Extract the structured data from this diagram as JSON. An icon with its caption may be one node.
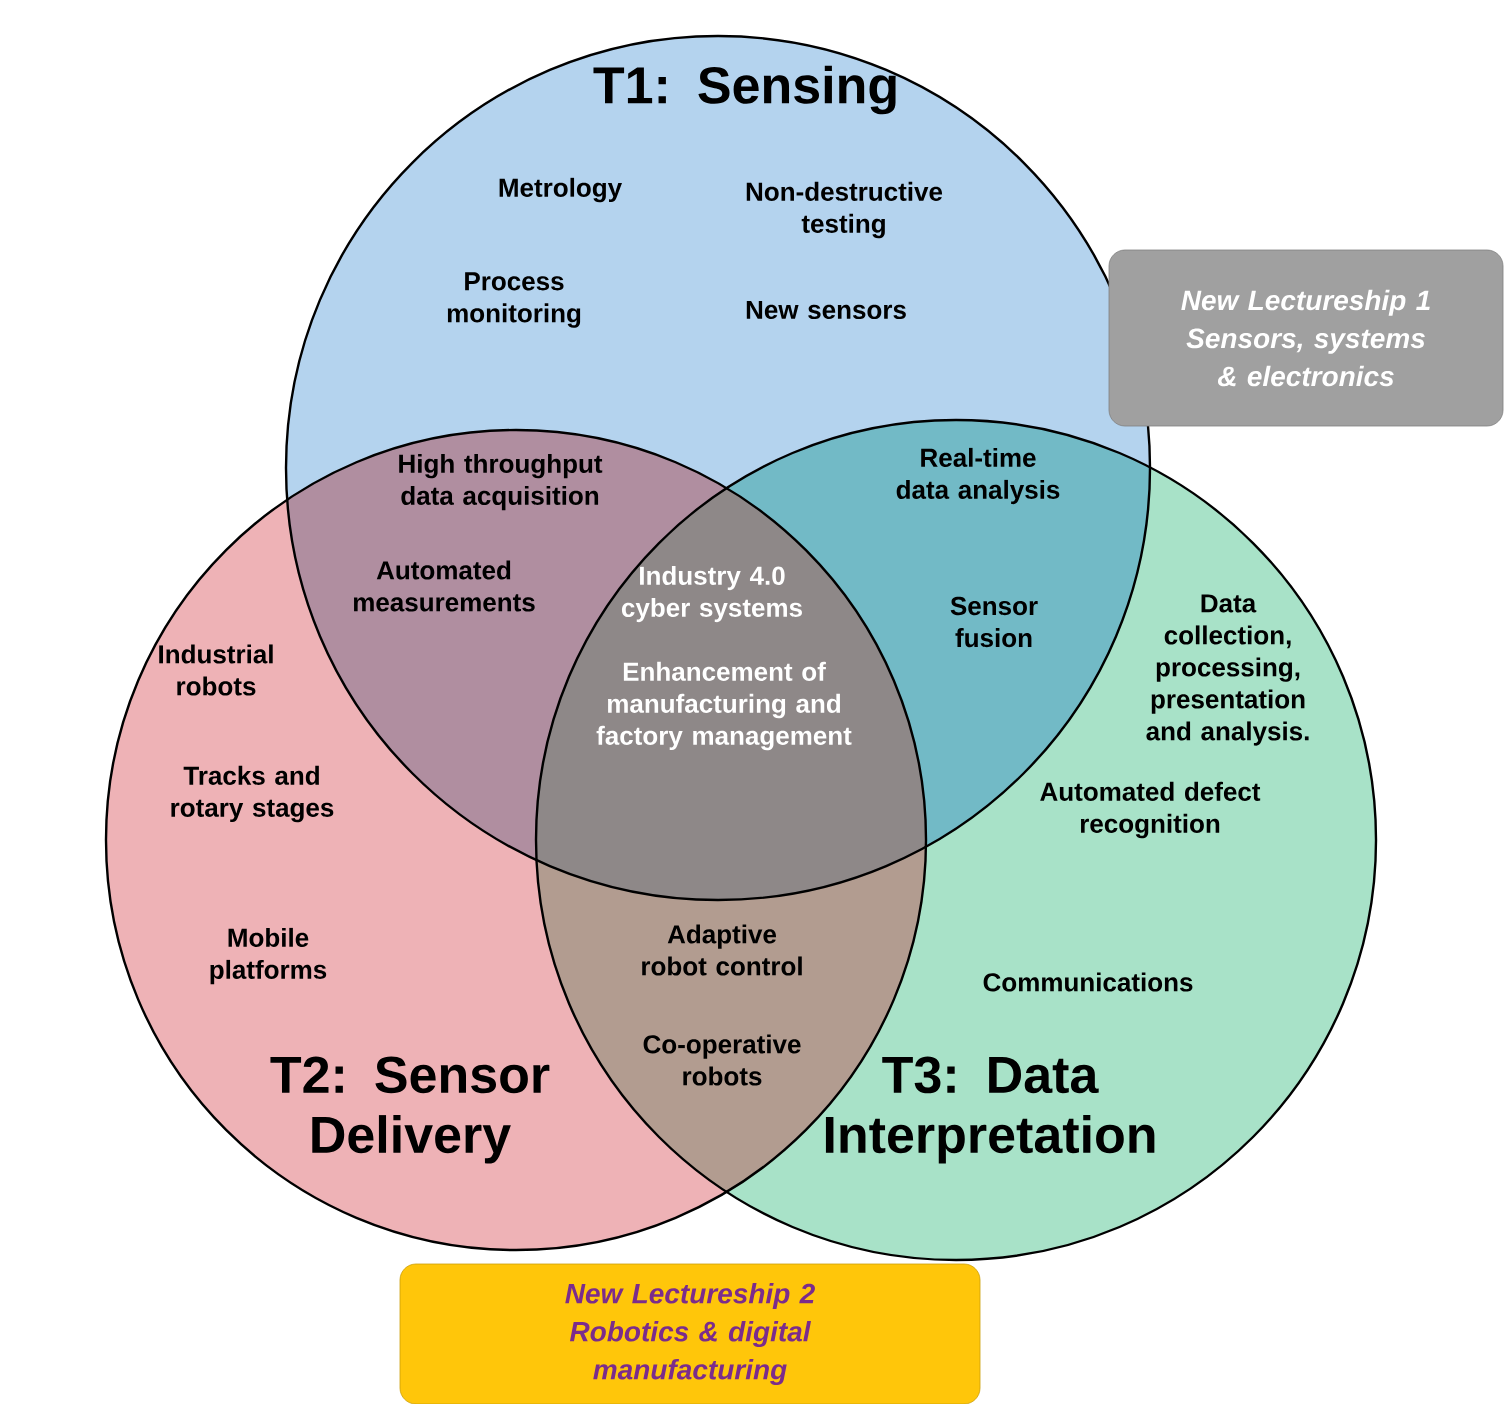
{
  "diagram": {
    "nodes": [
      {
        "text": [
          "T1: Sensing"
        ]
      },
      {
        "text": [
          "New Lectureship 1 Sensors, systems & electronics"
        ]
      },
      {
        "text": [
          "T2: Sensor Delivery"
        ]
      },
      {
        "text": [
          "T3: Data Interpretation"
        ]
      },
      {
        "text": [
          "New Lectureship 2 Robotics & digital manufacturing"
        ]
      }
    ],
    "edges": [],
    "labels": [
      "Metrology",
      "Non-destructive testing",
      "Process monitoring",
      "New sensors",
      "High throughput data acquisition",
      "Real-time data analysis",
      "Automated measurements",
      "Industry 4.0 cyber systems",
      "Sensor fusion",
      "Data collection, processing, presentation and analysis.",
      "Industrial robots",
      "Enhancement of manufacturing and factory management",
      "Tracks and rotary stages",
      "Automated defect recognition",
      "Mobile platforms",
      "Adaptive robot control",
      "Communications",
      "Co-operative robots"
    ]
  }
}
